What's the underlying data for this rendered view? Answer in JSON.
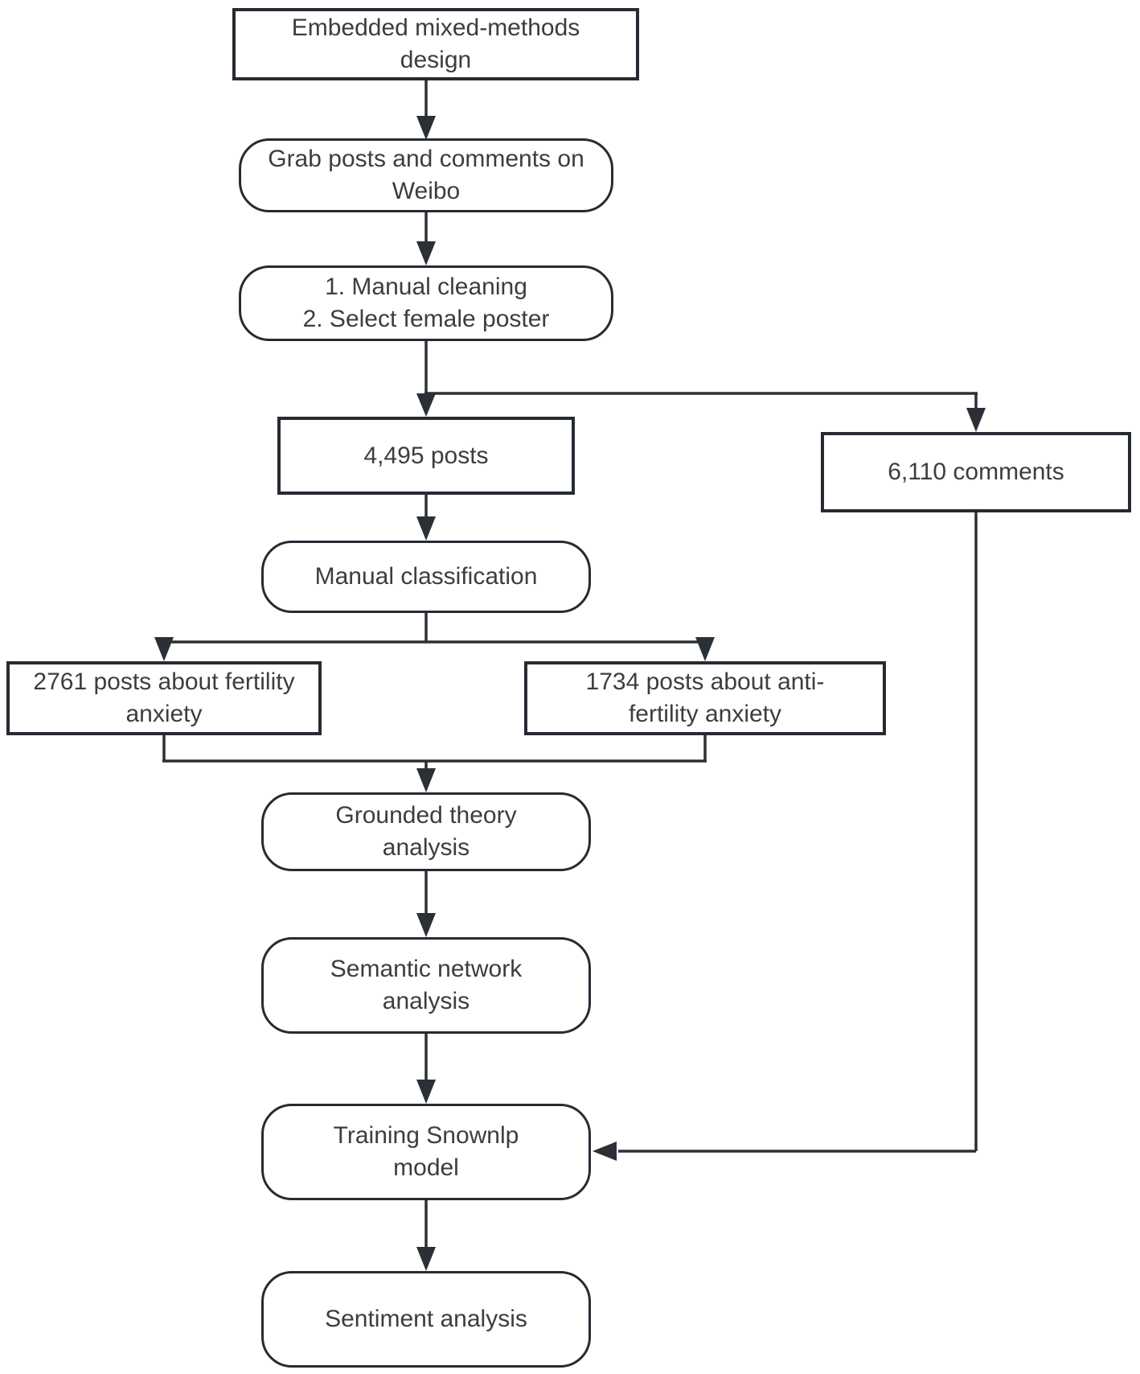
{
  "diagram": {
    "type": "flowchart",
    "background": "#ffffff",
    "colors": {
      "box_border": "#262b33",
      "text": "#3d3d3d",
      "arrow": "#2b3036"
    },
    "nodes": [
      {
        "id": "design",
        "shape": "rectangle",
        "label": "Embedded mixed-methods\ndesign"
      },
      {
        "id": "grab",
        "shape": "rounded",
        "label": "Grab posts and comments on\nWeibo"
      },
      {
        "id": "cleaning",
        "shape": "rounded",
        "label": "1. Manual cleaning\n2. Select female poster"
      },
      {
        "id": "posts",
        "shape": "rectangle",
        "label": "4,495 posts"
      },
      {
        "id": "comments",
        "shape": "rectangle",
        "label": "6,110 comments"
      },
      {
        "id": "classification",
        "shape": "rounded",
        "label": "Manual classification"
      },
      {
        "id": "fertility",
        "shape": "rectangle",
        "label": "2761 posts about fertility\nanxiety"
      },
      {
        "id": "antifertility",
        "shape": "rectangle",
        "label": "1734 posts about anti-\nfertility anxiety"
      },
      {
        "id": "grounded",
        "shape": "rounded",
        "label": "Grounded theory\nanalysis"
      },
      {
        "id": "semantic",
        "shape": "rounded",
        "label": "Semantic network\nanalysis"
      },
      {
        "id": "snownlp",
        "shape": "rounded",
        "label": "Training Snownlp\nmodel"
      },
      {
        "id": "sentiment",
        "shape": "rounded",
        "label": "Sentiment analysis"
      }
    ],
    "edges": [
      {
        "from": "design",
        "to": "grab"
      },
      {
        "from": "grab",
        "to": "cleaning"
      },
      {
        "from": "cleaning",
        "to": "posts"
      },
      {
        "from": "cleaning",
        "to": "comments"
      },
      {
        "from": "posts",
        "to": "classification"
      },
      {
        "from": "classification",
        "to": "fertility"
      },
      {
        "from": "classification",
        "to": "antifertility"
      },
      {
        "from": "fertility",
        "to": "grounded"
      },
      {
        "from": "antifertility",
        "to": "grounded"
      },
      {
        "from": "grounded",
        "to": "semantic"
      },
      {
        "from": "semantic",
        "to": "snownlp"
      },
      {
        "from": "comments",
        "to": "snownlp"
      },
      {
        "from": "snownlp",
        "to": "sentiment"
      }
    ]
  }
}
